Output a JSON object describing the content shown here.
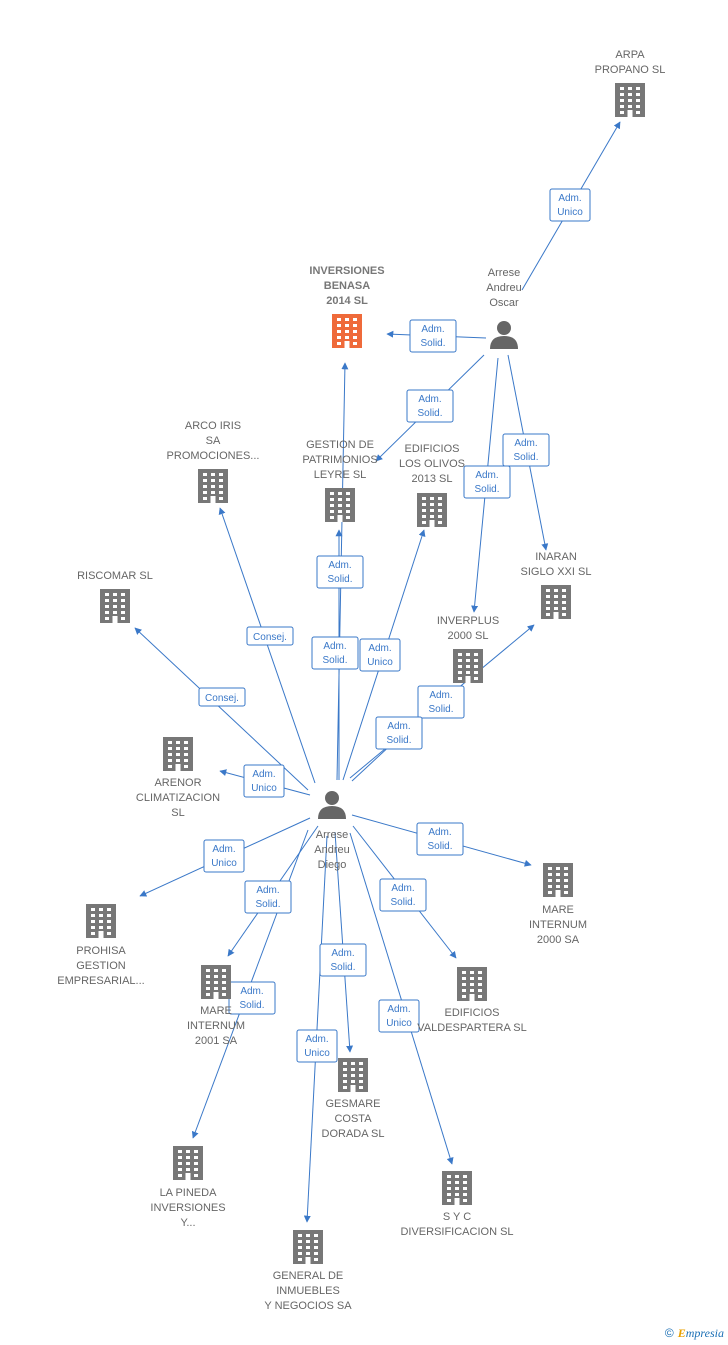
{
  "colors": {
    "edge": "#3a78c8",
    "building": "#777777",
    "building_primary": "#ef6a3a",
    "person": "#666666"
  },
  "brand": {
    "copyright": "©",
    "first": "E",
    "rest": "mpresia"
  },
  "nodes": [
    {
      "id": "arpa",
      "kind": "company",
      "icon": "building-icon",
      "lines": [
        "ARPA",
        "PROPANO SL"
      ]
    },
    {
      "id": "oscar",
      "kind": "person",
      "icon": "person-icon",
      "lines": [
        "Arrese",
        "Andreu",
        "Oscar"
      ]
    },
    {
      "id": "benasa",
      "kind": "company",
      "primary": true,
      "icon": "building-icon",
      "lines": [
        "INVERSIONES",
        "BENASA",
        "2014  SL"
      ]
    },
    {
      "id": "arcoiris",
      "kind": "company",
      "icon": "building-icon",
      "lines": [
        "ARCO IRIS",
        "SA",
        "PROMOCIONES..."
      ]
    },
    {
      "id": "leyre",
      "kind": "company",
      "icon": "building-icon",
      "lines": [
        "GESTION DE",
        "PATRIMONIOS",
        "LEYRE SL"
      ]
    },
    {
      "id": "olivos",
      "kind": "company",
      "icon": "building-icon",
      "lines": [
        "EDIFICIOS",
        "LOS OLIVOS",
        "2013  SL"
      ]
    },
    {
      "id": "inaran",
      "kind": "company",
      "icon": "building-icon",
      "lines": [
        "INARAN",
        "SIGLO XXI SL"
      ]
    },
    {
      "id": "riscomar",
      "kind": "company",
      "icon": "building-icon",
      "lines": [
        "RISCOMAR SL"
      ]
    },
    {
      "id": "inverplus",
      "kind": "company",
      "icon": "building-icon",
      "lines": [
        "INVERPLUS",
        "2000 SL"
      ]
    },
    {
      "id": "arenor",
      "kind": "company",
      "icon": "building-icon",
      "lines": [
        "ARENOR",
        "CLIMATIZACION",
        "SL"
      ]
    },
    {
      "id": "diego",
      "kind": "person",
      "icon": "person-icon",
      "lines": [
        "Arrese",
        "Andreu",
        "Diego"
      ]
    },
    {
      "id": "mare2000",
      "kind": "company",
      "icon": "building-icon",
      "lines": [
        "MARE",
        "INTERNUM",
        "2000 SA"
      ]
    },
    {
      "id": "prohisa",
      "kind": "company",
      "icon": "building-icon",
      "lines": [
        "PROHISA",
        "GESTION",
        "EMPRESARIAL..."
      ]
    },
    {
      "id": "mare2001",
      "kind": "company",
      "icon": "building-icon",
      "lines": [
        "MARE",
        "INTERNUM",
        "2001 SA"
      ]
    },
    {
      "id": "valdespartera",
      "kind": "company",
      "icon": "building-icon",
      "lines": [
        "EDIFICIOS",
        "VALDESPARTERA SL"
      ]
    },
    {
      "id": "gesmare",
      "kind": "company",
      "icon": "building-icon",
      "lines": [
        "GESMARE",
        "COSTA",
        "DORADA SL"
      ]
    },
    {
      "id": "pineda",
      "kind": "company",
      "icon": "building-icon",
      "lines": [
        "LA PINEDA",
        "INVERSIONES",
        "Y..."
      ]
    },
    {
      "id": "syc",
      "kind": "company",
      "icon": "building-icon",
      "lines": [
        "S Y C",
        "DIVERSIFICACION SL"
      ]
    },
    {
      "id": "general",
      "kind": "company",
      "icon": "building-icon",
      "lines": [
        "GENERAL DE",
        "INMUEBLES",
        "Y NEGOCIOS SA"
      ]
    }
  ],
  "edges": [
    {
      "from": "oscar",
      "to": "arpa",
      "label": [
        "Adm.",
        "Unico"
      ]
    },
    {
      "from": "oscar",
      "to": "benasa",
      "label": [
        "Adm.",
        "Solid."
      ]
    },
    {
      "from": "oscar",
      "to": "leyre",
      "label": [
        "Adm.",
        "Solid."
      ]
    },
    {
      "from": "oscar",
      "to": "inaran",
      "label": [
        "Adm.",
        "Solid."
      ]
    },
    {
      "from": "oscar",
      "to": "inverplus",
      "label": [
        "Adm.",
        "Solid."
      ]
    },
    {
      "from": "diego",
      "to": "benasa",
      "label": [
        "Adm.",
        "Solid."
      ]
    },
    {
      "from": "diego",
      "to": "leyre",
      "label": [
        "Adm.",
        "Solid."
      ]
    },
    {
      "from": "diego",
      "to": "olivos",
      "label": [
        "Adm.",
        "Unico"
      ]
    },
    {
      "from": "diego",
      "to": "arcoiris",
      "label": [
        "Consej."
      ]
    },
    {
      "from": "diego",
      "to": "riscomar",
      "label": [
        "Consej."
      ]
    },
    {
      "from": "diego",
      "to": "inaran",
      "label": [
        "Adm.",
        "Solid."
      ]
    },
    {
      "from": "diego",
      "to": "inverplus",
      "label": [
        "Adm.",
        "Solid."
      ]
    },
    {
      "from": "diego",
      "to": "arenor",
      "label": [
        "Adm.",
        "Unico"
      ]
    },
    {
      "from": "diego",
      "to": "prohisa",
      "label": [
        "Adm.",
        "Unico"
      ]
    },
    {
      "from": "diego",
      "to": "mare2000",
      "label": [
        "Adm.",
        "Solid."
      ]
    },
    {
      "from": "diego",
      "to": "mare2001",
      "label": [
        "Adm.",
        "Solid."
      ]
    },
    {
      "from": "diego",
      "to": "valdespartera",
      "label": [
        "Adm.",
        "Solid."
      ]
    },
    {
      "from": "diego",
      "to": "gesmare",
      "label": [
        "Adm.",
        "Solid."
      ]
    },
    {
      "from": "diego",
      "to": "pineda",
      "label": [
        "Adm.",
        "Solid."
      ]
    },
    {
      "from": "diego",
      "to": "syc",
      "label": [
        "Adm.",
        "Unico"
      ]
    },
    {
      "from": "diego",
      "to": "general",
      "label": [
        "Adm.",
        "Unico"
      ]
    }
  ]
}
